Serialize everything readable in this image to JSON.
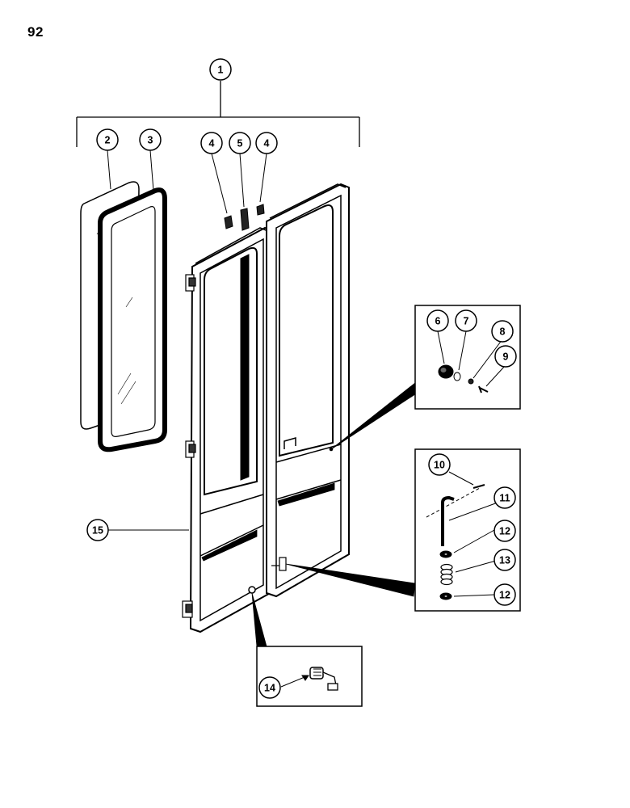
{
  "page": {
    "number": "92"
  },
  "callouts": [
    {
      "id": "c1",
      "label": "1"
    },
    {
      "id": "c2",
      "label": "2"
    },
    {
      "id": "c3",
      "label": "3"
    },
    {
      "id": "c4a",
      "label": "4"
    },
    {
      "id": "c5",
      "label": "5"
    },
    {
      "id": "c4b",
      "label": "4"
    },
    {
      "id": "c6",
      "label": "6"
    },
    {
      "id": "c7",
      "label": "7"
    },
    {
      "id": "c8",
      "label": "8"
    },
    {
      "id": "c9",
      "label": "9"
    },
    {
      "id": "c10",
      "label": "10"
    },
    {
      "id": "c11",
      "label": "11"
    },
    {
      "id": "c12a",
      "label": "12"
    },
    {
      "id": "c13",
      "label": "13"
    },
    {
      "id": "c12b",
      "label": "12"
    },
    {
      "id": "c14",
      "label": "14"
    },
    {
      "id": "c15",
      "label": "15"
    }
  ]
}
